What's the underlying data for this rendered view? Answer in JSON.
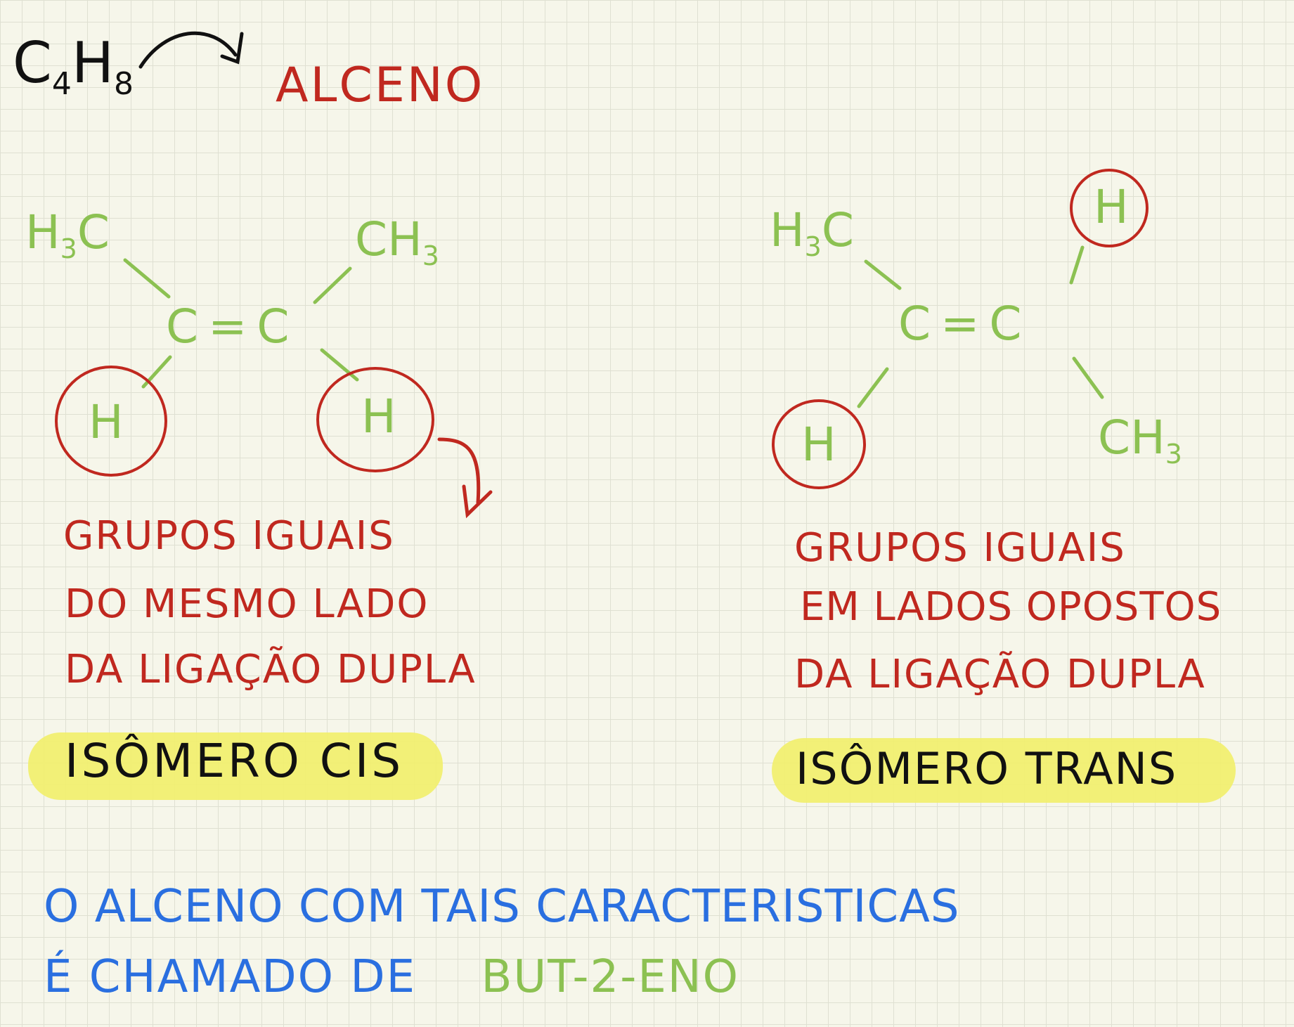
{
  "header": {
    "formula_c": "C",
    "formula_c_sub": "4",
    "formula_h": "H",
    "formula_h_sub": "8",
    "class_label": "ALCENO"
  },
  "cis": {
    "left_group": "H",
    "left_group_sub": "3",
    "left_group_end": "C",
    "right_group": "CH",
    "right_group_sub": "3",
    "carbon_left": "C",
    "double_bond": "=",
    "carbon_right": "C",
    "h_left": "H",
    "h_right": "H",
    "note_lines": [
      "GRUPOS IGUAIS",
      "DO MESMO LADO",
      "DA LIGAÇÃO DUPLA"
    ],
    "name": "ISÔMERO CIS"
  },
  "trans": {
    "left_group": "H",
    "left_group_sub": "3",
    "left_group_end": "C",
    "top_right": "H",
    "carbon_left": "C",
    "double_bond": "=",
    "carbon_right": "C",
    "h_bottom_left": "H",
    "bottom_right": "CH",
    "bottom_right_sub": "3",
    "note_lines": [
      "GRUPOS IGUAIS",
      "EM LADOS OPOSTOS",
      "DA LIGAÇÃO DUPLA"
    ],
    "name": "ISÔMERO TRANS"
  },
  "footer": {
    "line1": "O ALCENO COM TAIS CARACTERISTICAS",
    "line2_prefix": "É CHAMADO DE",
    "compound_name": "BUT-2-ENO"
  },
  "colors": {
    "ink": "#111111",
    "red": "#c0281f",
    "green": "#8cc152",
    "blue": "#2a6fe0",
    "highlight": "#f2ef6a"
  }
}
